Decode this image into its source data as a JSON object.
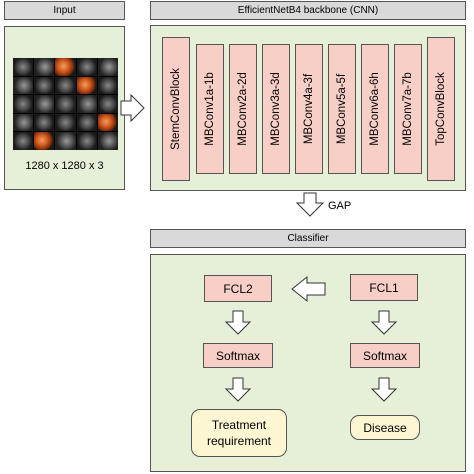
{
  "input": {
    "header": "Input",
    "caption": "1280 x 1280 x 3",
    "mosaic": [
      "gray",
      "b",
      "fundus",
      "gray",
      "b",
      "b",
      "gray",
      "gray",
      "fundus",
      "gray",
      "gray",
      "b",
      "gray",
      "b",
      "gray",
      "b",
      "gray",
      "gray",
      "gray",
      "fundus",
      "gray",
      "fundus",
      "b",
      "gray",
      "b"
    ]
  },
  "backbone": {
    "header": "EfficientNetB4 backbone (CNN)",
    "blocks": [
      "StemConvBlock",
      "MBConv1a-1b",
      "MBConv2a-2d",
      "MBConv3a-3d",
      "MBConv4a-3f",
      "MBConv5a-5f",
      "MBConv6a-6h",
      "MBConv7a-7b",
      "TopConvBlock"
    ]
  },
  "gap_label": "GAP",
  "classifier": {
    "header": "Classifier",
    "fcl2": "FCL2",
    "fcl1": "FCL1",
    "softmax_left": "Softmax",
    "softmax_right": "Softmax",
    "out_left": "Treatment requirement",
    "out_right": "Disease"
  }
}
